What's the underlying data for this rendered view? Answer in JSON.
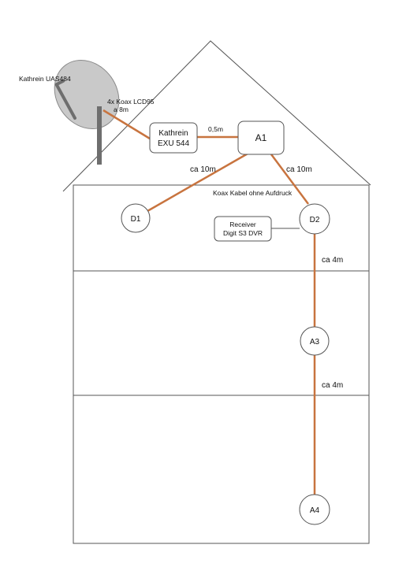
{
  "colors": {
    "cable": "#c8743f",
    "line": "#555555",
    "dish": "#c9c9c9",
    "mast": "#6e6e6e"
  },
  "dish": {
    "label": "Kathrein UAS484"
  },
  "cable_note": {
    "line1": "4x Koax LCD95",
    "line2": "a 8m"
  },
  "switch": {
    "line1": "Kathrein",
    "line2": "EXU 544"
  },
  "link_switch_a1": "0,5m",
  "amplifier_top": "A1",
  "link_a1_d1": "ca 10m",
  "link_a1_d2": "ca 10m",
  "attic_note": "Koax Kabel ohne Aufdruck",
  "socket_d1": "D1",
  "socket_d2": "D2",
  "receiver": {
    "line1": "Receiver",
    "line2": "Digit S3 DVR"
  },
  "link_d2_a3": "ca 4m",
  "socket_a3": "A3",
  "link_a3_a4": "ca 4m",
  "socket_a4": "A4"
}
